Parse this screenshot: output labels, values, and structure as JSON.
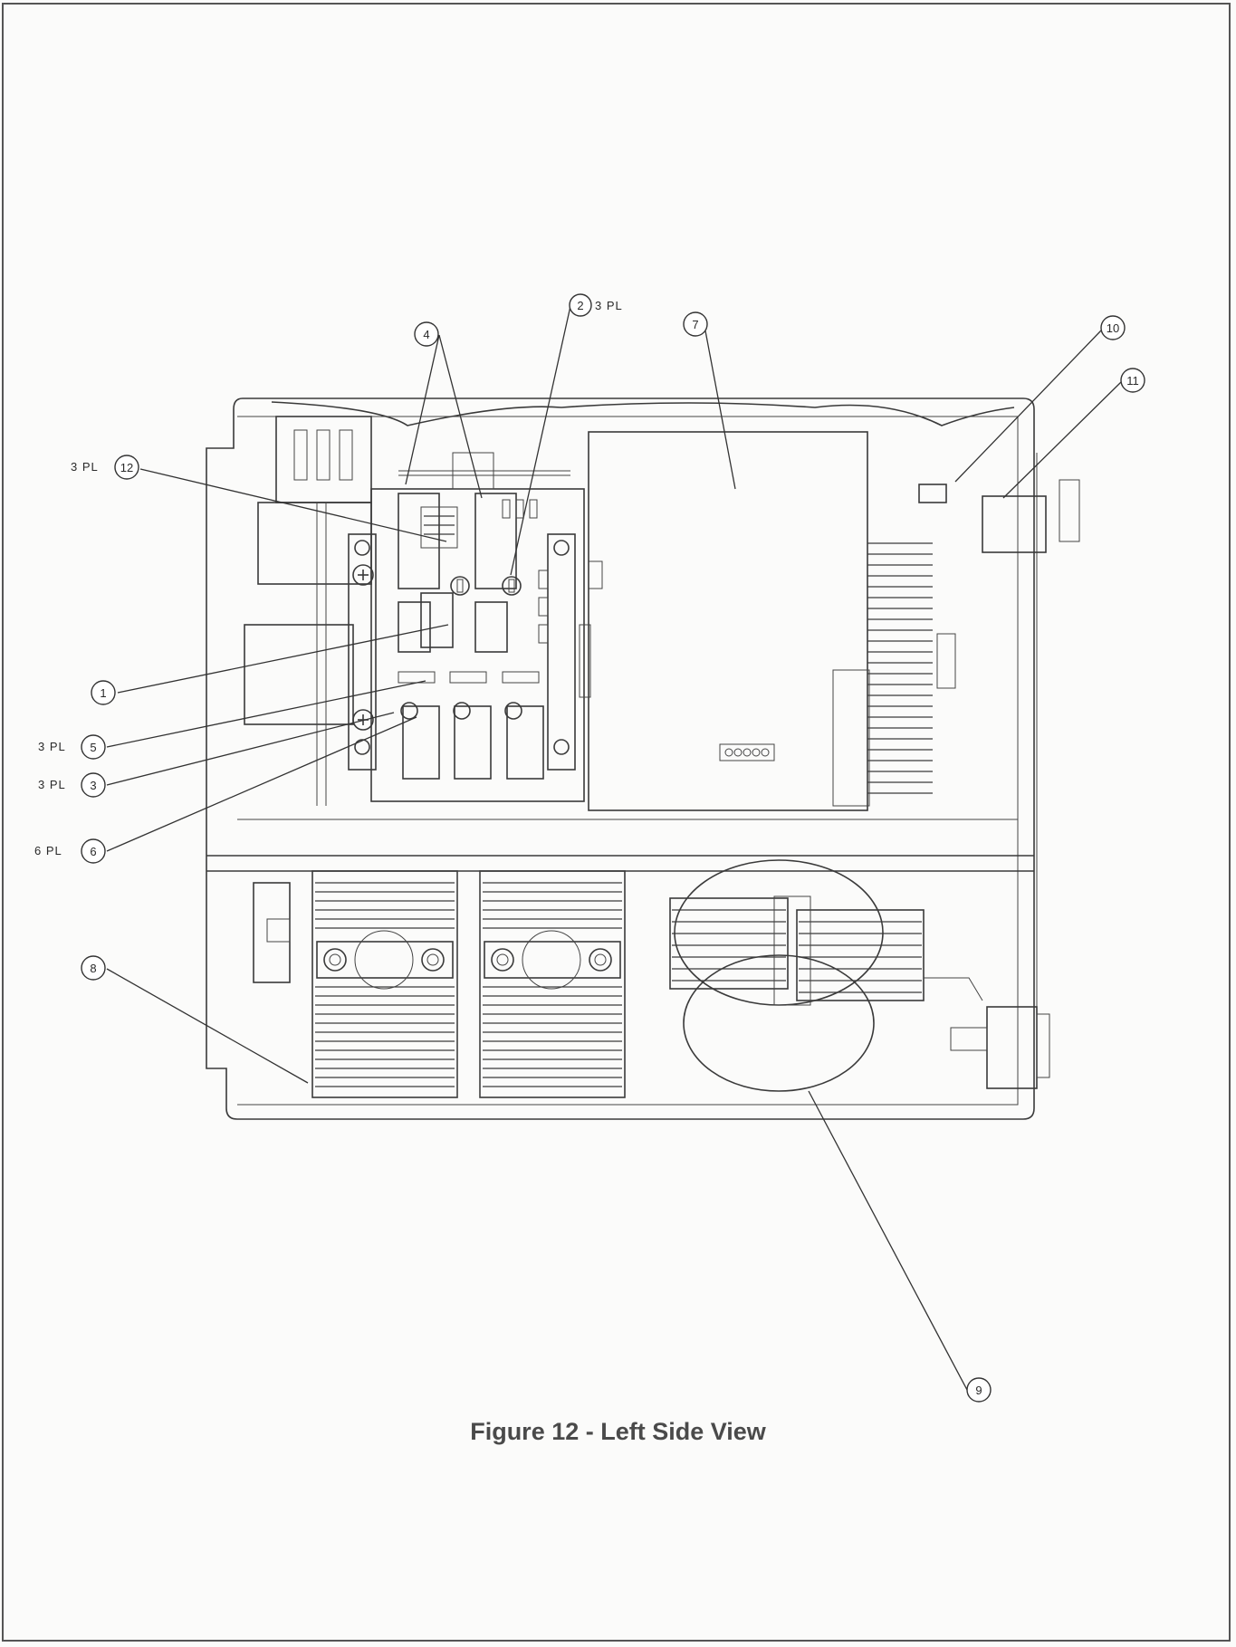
{
  "figure": {
    "caption": "Figure 12 - Left Side View"
  },
  "callouts": [
    {
      "id": "c1",
      "number": "1",
      "prefix": ""
    },
    {
      "id": "c2",
      "number": "2",
      "suffix": "3 PL"
    },
    {
      "id": "c3",
      "number": "3",
      "prefix": "3 PL"
    },
    {
      "id": "c4",
      "number": "4",
      "prefix": ""
    },
    {
      "id": "c5",
      "number": "5",
      "prefix": "3 PL"
    },
    {
      "id": "c6",
      "number": "6",
      "prefix": "6 PL"
    },
    {
      "id": "c7",
      "number": "7",
      "prefix": ""
    },
    {
      "id": "c8",
      "number": "8",
      "prefix": ""
    },
    {
      "id": "c9",
      "number": "9",
      "prefix": ""
    },
    {
      "id": "c10",
      "number": "10",
      "prefix": ""
    },
    {
      "id": "c11",
      "number": "11",
      "prefix": ""
    },
    {
      "id": "c12",
      "number": "12",
      "prefix": "3 PL"
    }
  ]
}
